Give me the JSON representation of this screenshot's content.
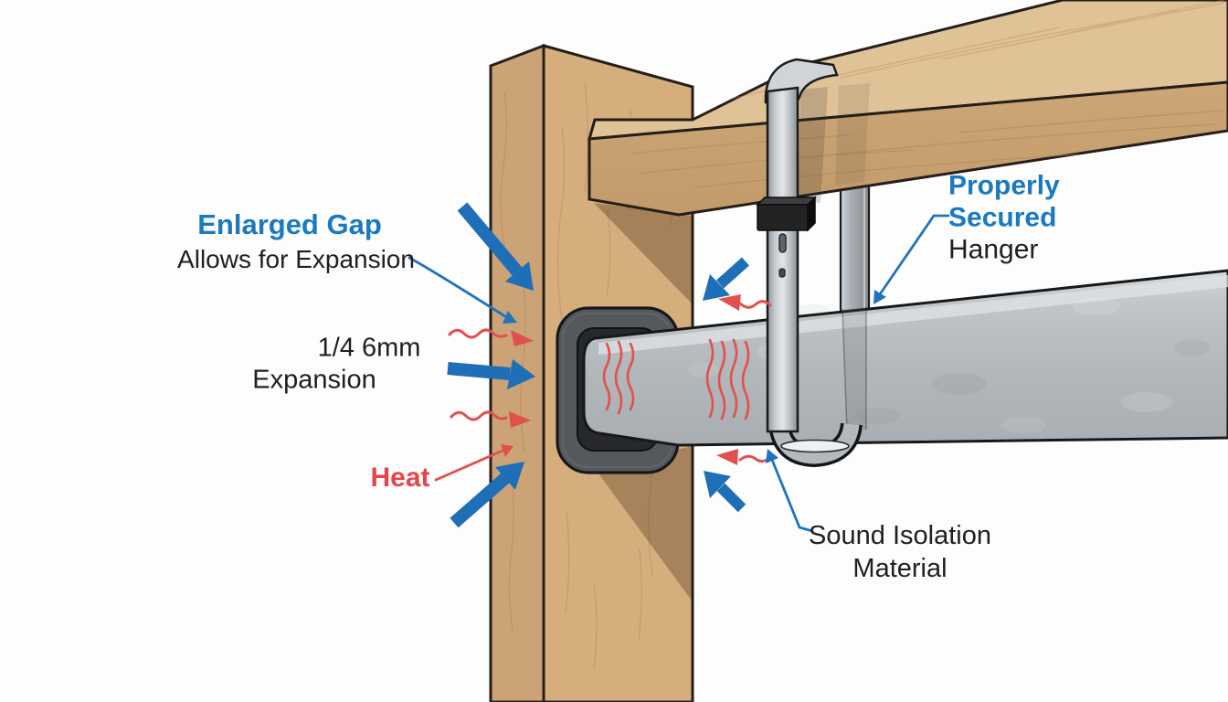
{
  "figure": {
    "description": "Technical illustration of a duct passing through a wood stud with an enlarged expansion gap grommet and a metal hanger strap over a wood beam",
    "labels": {
      "enlarged_gap_heading": "Enlarged Gap",
      "enlarged_gap_sub": "Allows for Expansion",
      "expansion_line1": "1/4 6mm",
      "expansion_line2": "Expansion",
      "heat": "Heat",
      "hanger_line1": "Properly",
      "hanger_line2": "Secured",
      "hanger_line3": "Hanger",
      "sound_line1": "Sound Isolation",
      "sound_line2": "Material"
    },
    "colors": {
      "label_blue": "#1b79c0",
      "label_dark": "#202023",
      "label_red": "#e2484b",
      "arrow_blue": "#1e6fb7",
      "heat_red": "#e2504d",
      "wood_post_front": "#d6ae7e",
      "wood_post_side": "#cba377",
      "wood_beam_top": "#dfc295",
      "wood_beam_front": "#cda677",
      "duct_gray": "#b5babe",
      "grommet_gray": "#55595d",
      "strap_gray": "#c9ced2",
      "background": "#fdfdfd"
    },
    "icons": [
      {
        "name": "expansion-arrow-icon",
        "meaning": "thick blue arrows pushing toward the gap"
      },
      {
        "name": "heat-wave-arrow-icon",
        "meaning": "red wavy arrows showing heat flow"
      },
      {
        "name": "heat-shimmer-icon",
        "meaning": "red wavy lines on duct surface"
      },
      {
        "name": "pointer-arrow-icon",
        "meaning": "thin blue callout pointer arrows"
      }
    ]
  }
}
